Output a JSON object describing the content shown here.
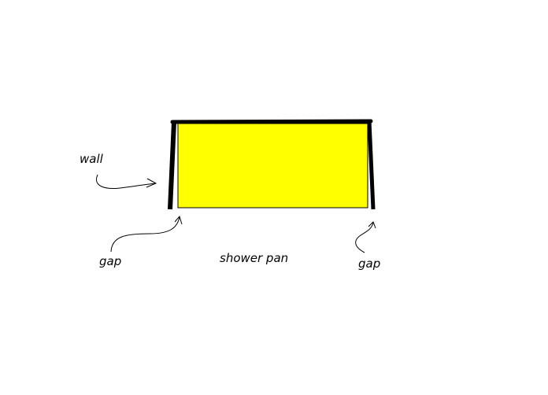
{
  "labels": {
    "wall": "wall",
    "gap_left": "gap",
    "shower_pan": "shower pan",
    "gap_right": "gap"
  },
  "colors": {
    "background": "#ffffff",
    "pan_fill": "#ffff00",
    "stroke": "#000000"
  }
}
